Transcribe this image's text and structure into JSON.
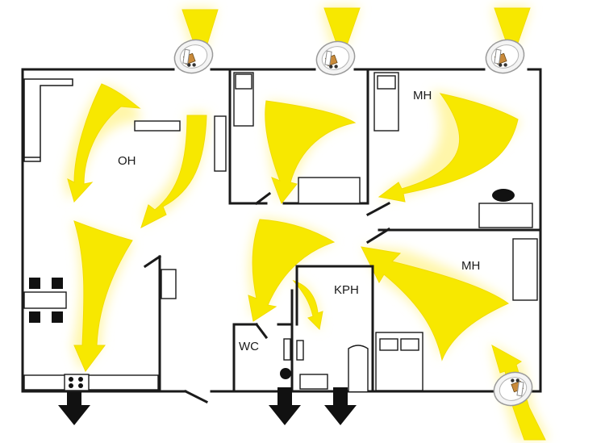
{
  "rooms": {
    "oh": "OH",
    "mh_top": "MH",
    "mh_right": "MH",
    "kph": "KPH",
    "wc": "WC"
  },
  "colors": {
    "airflow": "#f7e800",
    "airflow_glow": "#fff59a",
    "walls": "#1a1a1a",
    "exhaust": "#111111"
  },
  "icons": {
    "supply_valve": "wall-air-valve-icon",
    "exhaust": "down-arrow-icon"
  }
}
